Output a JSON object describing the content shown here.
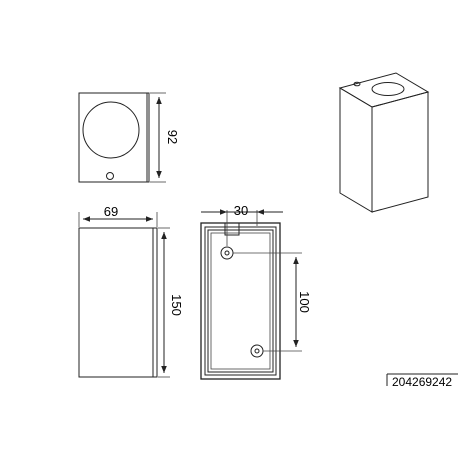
{
  "diagram": {
    "top_view": {
      "height_dim": "92"
    },
    "front_view": {
      "width_dim": "69",
      "height_dim": "150"
    },
    "back_view": {
      "width_dim": "30",
      "hole_spacing_dim": "100"
    },
    "product_code": "204269242"
  }
}
